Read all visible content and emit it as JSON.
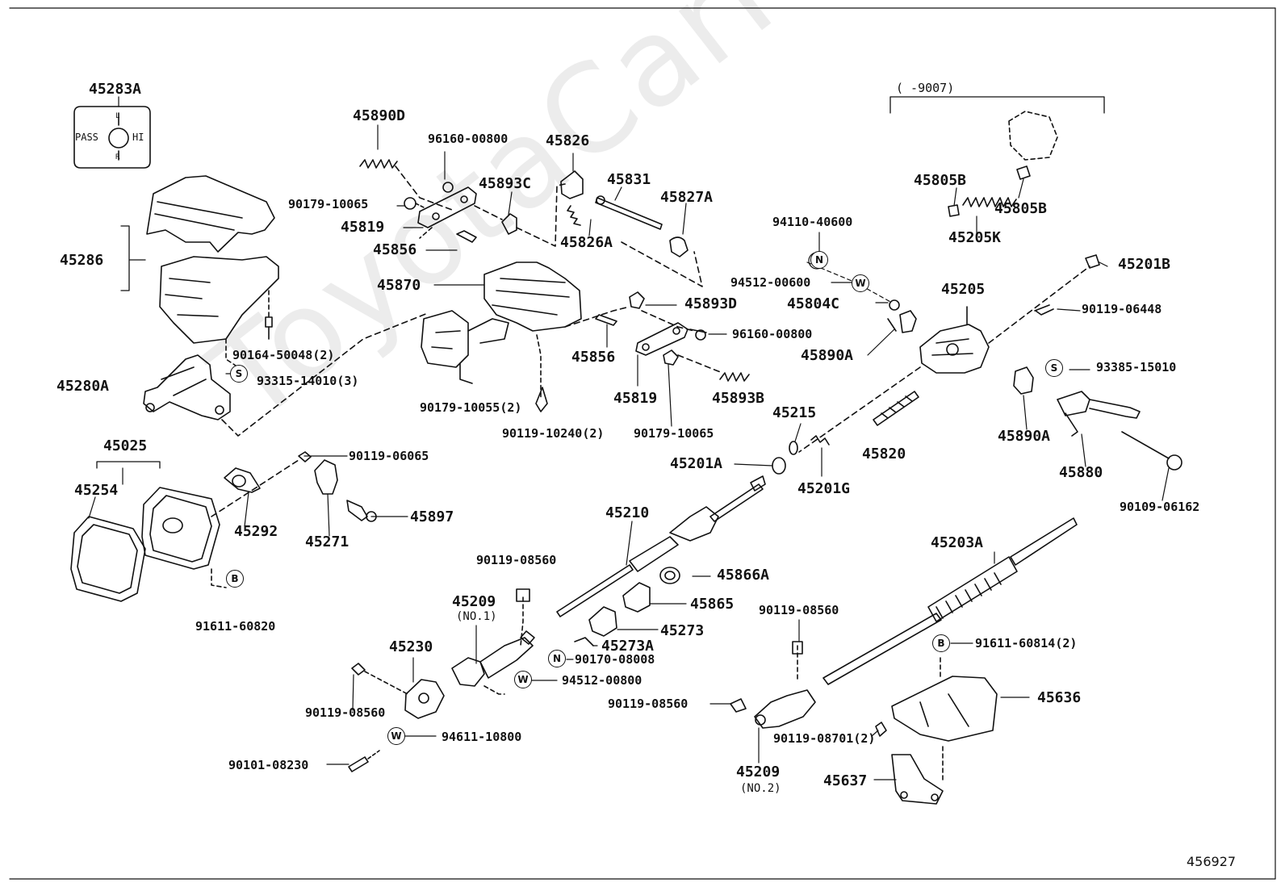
{
  "diagram": {
    "watermark": "ToyotaCarMine.ru",
    "figure_number": "456927",
    "range_note": "(       -9007)",
    "switch_symbol": {
      "left": "PASS",
      "right": "HI",
      "top": "L",
      "bottom": "R"
    },
    "symbols": {
      "s": "S",
      "n": "N",
      "w": "W",
      "b": "B"
    },
    "parts": {
      "p45283A": "45283A",
      "p45286": "45286",
      "p45280A": "45280A",
      "p90164": "90164-50048(2)",
      "p93315": "93315-14010(3)",
      "p45890D": "45890D",
      "p96160a": "96160-00800",
      "p90179a": "90179-10065",
      "p45819a": "45819",
      "p45856a": "45856",
      "p45893C": "45893C",
      "p45826": "45826",
      "p45831": "45831",
      "p45827A": "45827A",
      "p45826A": "45826A",
      "p45870": "45870",
      "p90179b": "90179-10055(2)",
      "p90119_10240": "90119-10240(2)",
      "p45893D": "45893D",
      "p96160b": "96160-00800",
      "p45856b": "45856",
      "p45819b": "45819",
      "p45893B": "45893B",
      "p90179c": "90179-10065",
      "p94110": "94110-40600",
      "p94512a": "94512-00600",
      "p45804C": "45804C",
      "p45890Aa": "45890A",
      "p45805Ba": "45805B",
      "p45805Bb": "45805B",
      "p45205K": "45205K",
      "p45205": "45205",
      "p45201B": "45201B",
      "p90119_06448": "90119-06448",
      "p93385": "93385-15010",
      "p45890Ab": "45890A",
      "p45880": "45880",
      "p90109": "90109-06162",
      "p45215": "45215",
      "p45201A": "45201A",
      "p45201G": "45201G",
      "p45820": "45820",
      "p45025": "45025",
      "p45254": "45254",
      "p91611a": "91611-60820",
      "p45292": "45292",
      "p90119_06065": "90119-06065",
      "p45271": "45271",
      "p45897": "45897",
      "p45210": "45210",
      "p45866A": "45866A",
      "p45865": "45865",
      "p45273": "45273",
      "p45273A": "45273A",
      "p90170": "90170-08008",
      "p94512b": "94512-00800",
      "p90119_08560a": "90119-08560",
      "p45209a": "45209",
      "p45209a_no": "(NO.1)",
      "p45230": "45230",
      "p90119_08560b": "90119-08560",
      "p94611": "94611-10800",
      "p90101": "90101-08230",
      "p45203A": "45203A",
      "p91611b": "91611-60814(2)",
      "p90119_08560c": "90119-08560",
      "p90119_08560d": "90119-08560",
      "p90119_08701": "90119-08701(2)",
      "p45636": "45636",
      "p45209b": "45209",
      "p45209b_no": "(NO.2)",
      "p45637": "45637"
    }
  }
}
